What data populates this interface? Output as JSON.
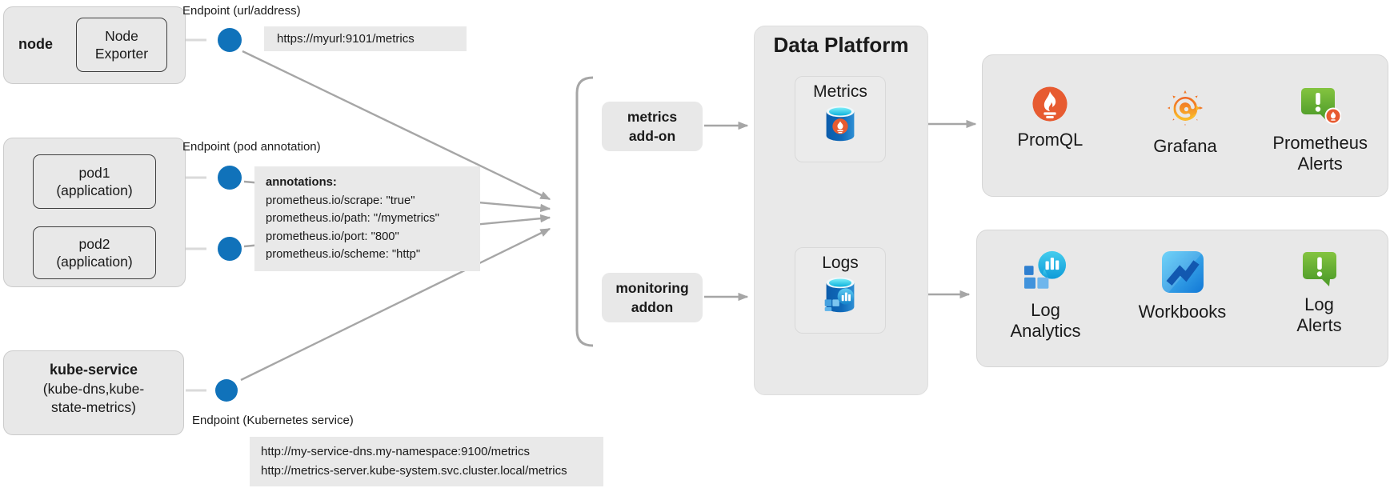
{
  "colors": {
    "accent_blue": "#1072ba",
    "arrow_gray": "#a6a6a6",
    "panel_gray": "#e8e8e8",
    "prometheus_red": "#e75b31",
    "grafana_orange_top": "#ed5a24",
    "grafana_yellow_bottom": "#fcc62a",
    "alert_green": "#6cbf3f",
    "azure_blue": "#0f68b8",
    "cyan": "#0cb2dc"
  },
  "sources": {
    "node": {
      "label": "node",
      "component": "Node\nExporter"
    },
    "pods": {
      "pod1": "pod1\n(application)",
      "pod2": "pod2\n(application)"
    },
    "kube_service": {
      "label": "kube-service",
      "detail": "(kube-dns,kube-\nstate-metrics)"
    }
  },
  "endpoints": {
    "url": {
      "label": "Endpoint (url/address)",
      "value": "https://myurl:9101/metrics"
    },
    "pod_annotation": {
      "label": "Endpoint (pod annotation)",
      "title": "annotations:",
      "annotations": [
        "prometheus.io/scrape: \"true\"",
        "prometheus.io/path: \"/mymetrics\"",
        "prometheus.io/port: \"800\"",
        "prometheus.io/scheme: \"http\""
      ]
    },
    "kubernetes_service": {
      "label": "Endpoint (Kubernetes service)",
      "urls": [
        "http://my-service-dns.my-namespace:9100/metrics",
        "http://metrics-server.kube-system.svc.cluster.local/metrics"
      ]
    }
  },
  "addons": {
    "metrics": "metrics\nadd-on",
    "monitoring": "monitoring\naddon"
  },
  "data_platform": {
    "title": "Data Platform",
    "stores": [
      {
        "label": "Metrics",
        "icon": "prometheus-metrics-db-icon"
      },
      {
        "label": "Logs",
        "icon": "azure-logs-db-icon"
      }
    ]
  },
  "outputs": {
    "metrics_consumers": [
      {
        "label": "PromQL",
        "icon": "prometheus-icon"
      },
      {
        "label": "Grafana",
        "icon": "grafana-icon"
      },
      {
        "label": "Prometheus\nAlerts",
        "icon": "prometheus-alerts-icon"
      }
    ],
    "logs_consumers": [
      {
        "label": "Log\nAnalytics",
        "icon": "log-analytics-icon"
      },
      {
        "label": "Workbooks",
        "icon": "workbooks-icon"
      },
      {
        "label": "Log\nAlerts",
        "icon": "log-alerts-icon"
      }
    ]
  }
}
